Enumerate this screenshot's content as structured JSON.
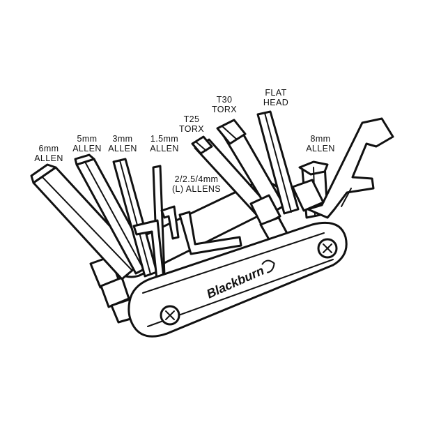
{
  "labels": {
    "allen_6mm": {
      "line1": "6mm",
      "line2": "ALLEN"
    },
    "allen_5mm": {
      "line1": "5mm",
      "line2": "ALLEN"
    },
    "allen_3mm": {
      "line1": "3mm",
      "line2": "ALLEN"
    },
    "allen_1_5mm": {
      "line1": "1.5mm",
      "line2": "ALLEN"
    },
    "l_allens": {
      "line1": "2/2.5/4mm",
      "line2": "(L) ALLENS"
    },
    "torx_t25": {
      "line1": "T25",
      "line2": "TORX"
    },
    "torx_t30": {
      "line1": "T30",
      "line2": "TORX"
    },
    "flat_head": {
      "line1": "FLAT",
      "line2": "HEAD"
    },
    "allen_8mm": {
      "line1": "8mm",
      "line2": "ALLEN"
    }
  },
  "brand": {
    "logo_text": "Blackburn"
  },
  "colors": {
    "ink": "#111111",
    "background": "#ffffff"
  }
}
